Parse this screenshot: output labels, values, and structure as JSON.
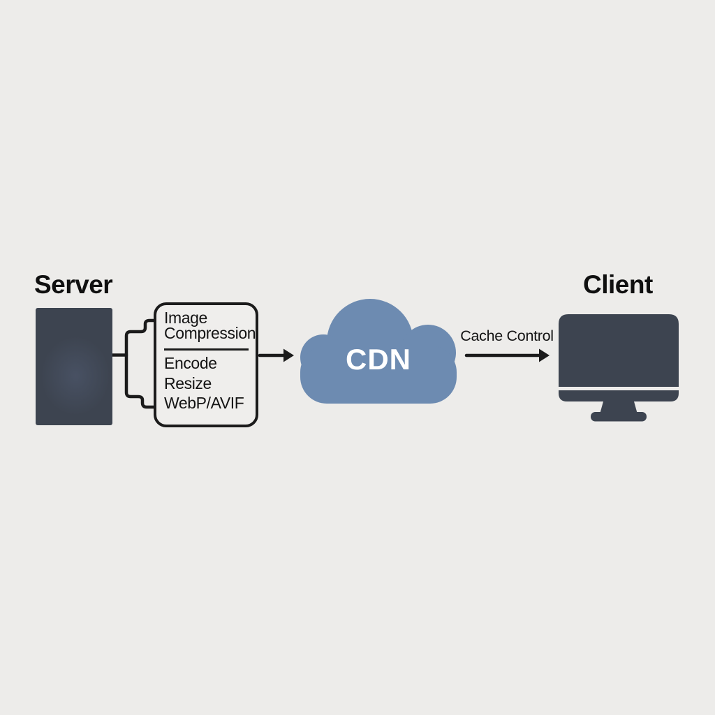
{
  "colors": {
    "background": "#edecea",
    "node_dark": "#3d4450",
    "cloud_blue": "#6d8bb1",
    "line_black": "#1b1b1b",
    "text_black": "#141414",
    "cdn_text": "#ffffff"
  },
  "nodes": {
    "server": {
      "label": "Server"
    },
    "compression": {
      "title": [
        "Image",
        "Compression"
      ],
      "steps": [
        "Encode",
        "Resize",
        "WebP/AVIF"
      ]
    },
    "cdn": {
      "label": "CDN"
    },
    "client": {
      "label": "Client"
    }
  },
  "edges": {
    "cdn_to_client": {
      "label": "Cache Control"
    }
  }
}
